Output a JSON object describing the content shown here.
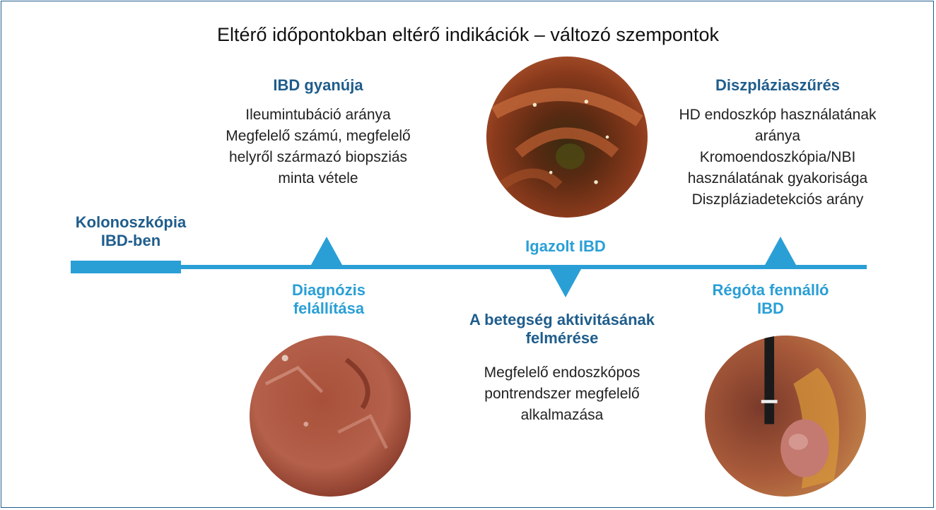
{
  "title": "Eltérő időpontokban eltérő indikációk – változó szempontok",
  "start_label": {
    "line1": "Kolonoszkópia",
    "line2": "IBD-ben"
  },
  "stages": {
    "suspicion": {
      "heading": "IBD gyanúja",
      "lines": [
        "Ileumintubáció aránya",
        "Megfelelő számú, megfelelő",
        "helyről származó biopsziás",
        "minta vétele"
      ]
    },
    "diagnosis": {
      "line1": "Diagnózis",
      "line2": "felállítása"
    },
    "confirmed": {
      "label": "Igazolt IBD"
    },
    "activity": {
      "heading_line1": "A betegség aktivitásának",
      "heading_line2": "felmérése",
      "lines": [
        "Megfelelő endoszkópos",
        "pontrendszer megfelelő",
        "alkalmazása"
      ]
    },
    "dysplasia": {
      "heading": "Diszpláziaszűrés",
      "lines": [
        "HD endoszkóp használatának",
        "aránya",
        "Kromoendoszkópia/NBI",
        "használatának gyakorisága",
        "Diszpláziadetekciós arány"
      ]
    },
    "longstanding": {
      "line1": "Régóta fennálló",
      "line2": "IBD"
    }
  },
  "colors": {
    "dark_blue": "#1f5d8c",
    "light_blue": "#2a9fd6",
    "text": "#222222"
  },
  "photos": [
    "endoscopy-photo-inflamed-colon",
    "endoscopy-photo-colon-lumen",
    "endoscopy-photo-polyp-with-snare"
  ]
}
